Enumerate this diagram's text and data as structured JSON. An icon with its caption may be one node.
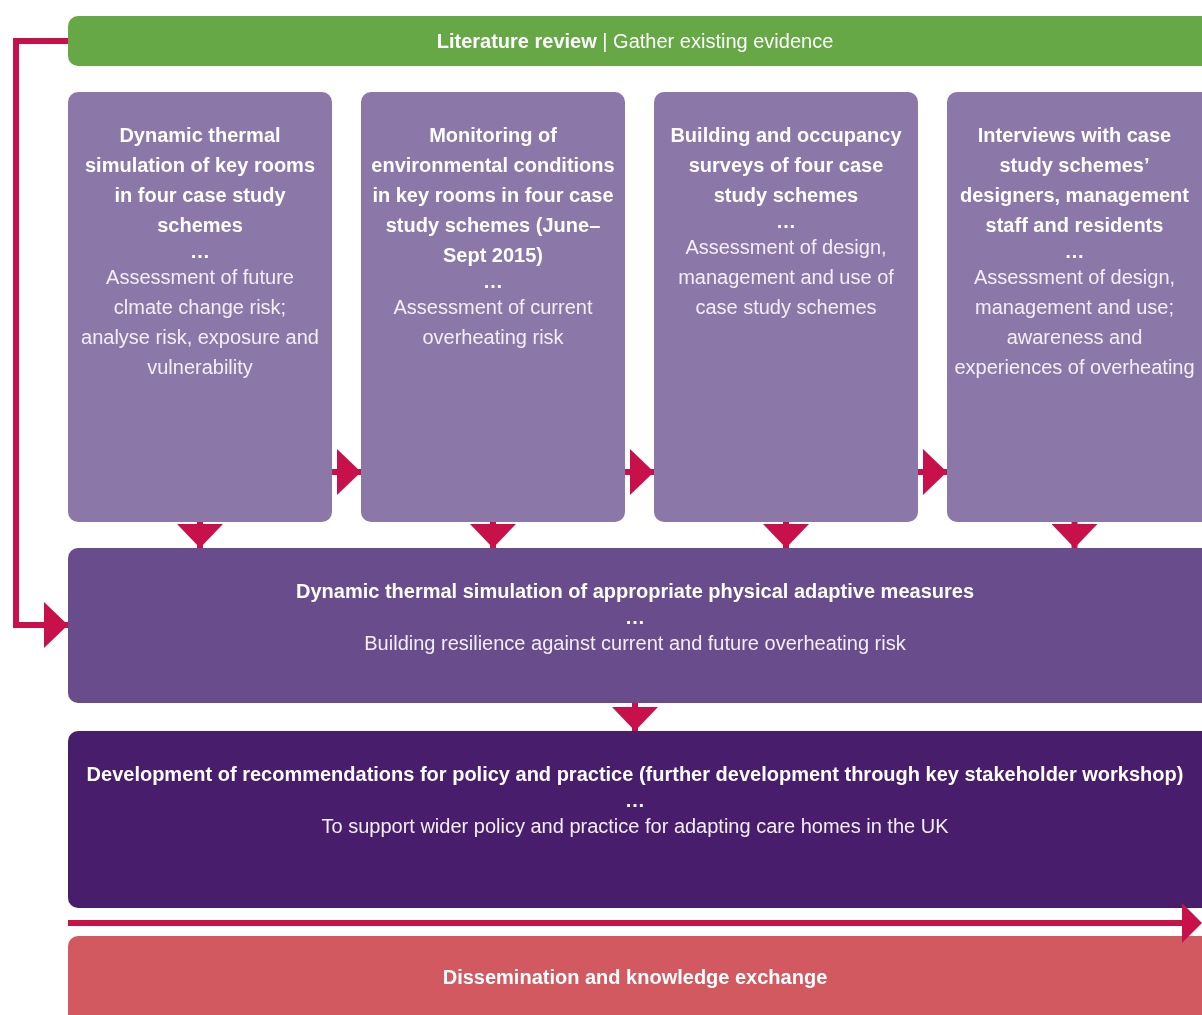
{
  "diagram": {
    "nodes": [
      {
        "text": [
          "**Literature review** | Gather existing evidence"
        ]
      },
      {
        "text": [
          "Dynamic thermal simulation of key rooms in four case study schemes",
          "…",
          "Assessment of future clmate change risk; analyse risk, exposure and vulnerability"
        ]
      },
      {
        "text": [
          "Monitoring of environmental conditions in key rooms in four case study schemes (June–Sept 2015)",
          "…",
          "Assessment of current overheating risk"
        ]
      },
      {
        "text": [
          "Building and occupancy surveys of four case study schemes",
          "…",
          "Assessment of design, management and use of case study schemes"
        ]
      },
      {
        "text": [
          "Interviews with case study schemes’ designers, management staff and residents",
          "…",
          "Assessment of design, management and use; awareness and experiences of overheating"
        ]
      },
      {
        "text": [
          "Dynamic thermal simulation of appropriate physical adaptive measures",
          "…",
          "Building resilience against current and future overheating risk"
        ]
      },
      {
        "text": [
          "Development of recommendations for policy and practice (further development through key stakeholder workshop)",
          "…",
          "To support wider policy and practice for adapting care homes in the UK"
        ]
      },
      {
        "text": [
          "Dissemination and knowledge exchange"
        ]
      }
    ],
    "edges": [
      {
        "from": 0,
        "to": 5,
        "arrow": "to"
      },
      {
        "from": 1,
        "to": 2,
        "arrow": "to"
      },
      {
        "from": 2,
        "to": 3,
        "arrow": "to"
      },
      {
        "from": 3,
        "to": 4,
        "arrow": "to"
      },
      {
        "from": 1,
        "to": 5,
        "arrow": "to"
      },
      {
        "from": 2,
        "to": 5,
        "arrow": "to"
      },
      {
        "from": 3,
        "to": 5,
        "arrow": "to"
      },
      {
        "from": 4,
        "to": 5,
        "arrow": "to"
      },
      {
        "from": 5,
        "to": 6,
        "arrow": "to"
      }
    ]
  }
}
